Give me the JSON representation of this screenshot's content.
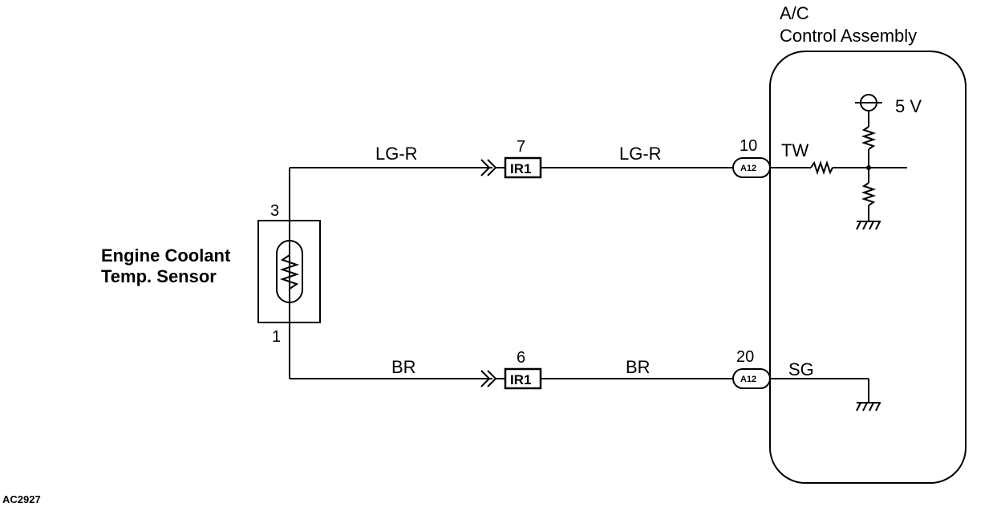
{
  "ac_assembly": {
    "title_line1": "A/C",
    "title_line2": "Control Assembly",
    "supply_voltage": "5 V"
  },
  "sensor": {
    "name_line1": "Engine Coolant",
    "name_line2": "Temp. Sensor",
    "pin_top": "3",
    "pin_bottom": "1"
  },
  "top_wire": {
    "color_left": "LG-R",
    "color_right": "LG-R",
    "junction_pin": "7",
    "junction_label": "IR1",
    "connector_pin": "10",
    "connector_label": "A12",
    "terminal": "TW"
  },
  "bottom_wire": {
    "color_left": "BR",
    "color_right": "BR",
    "junction_pin": "6",
    "junction_label": "IR1",
    "connector_pin": "20",
    "connector_label": "A12",
    "terminal": "SG"
  },
  "figure_code": "AC2927"
}
